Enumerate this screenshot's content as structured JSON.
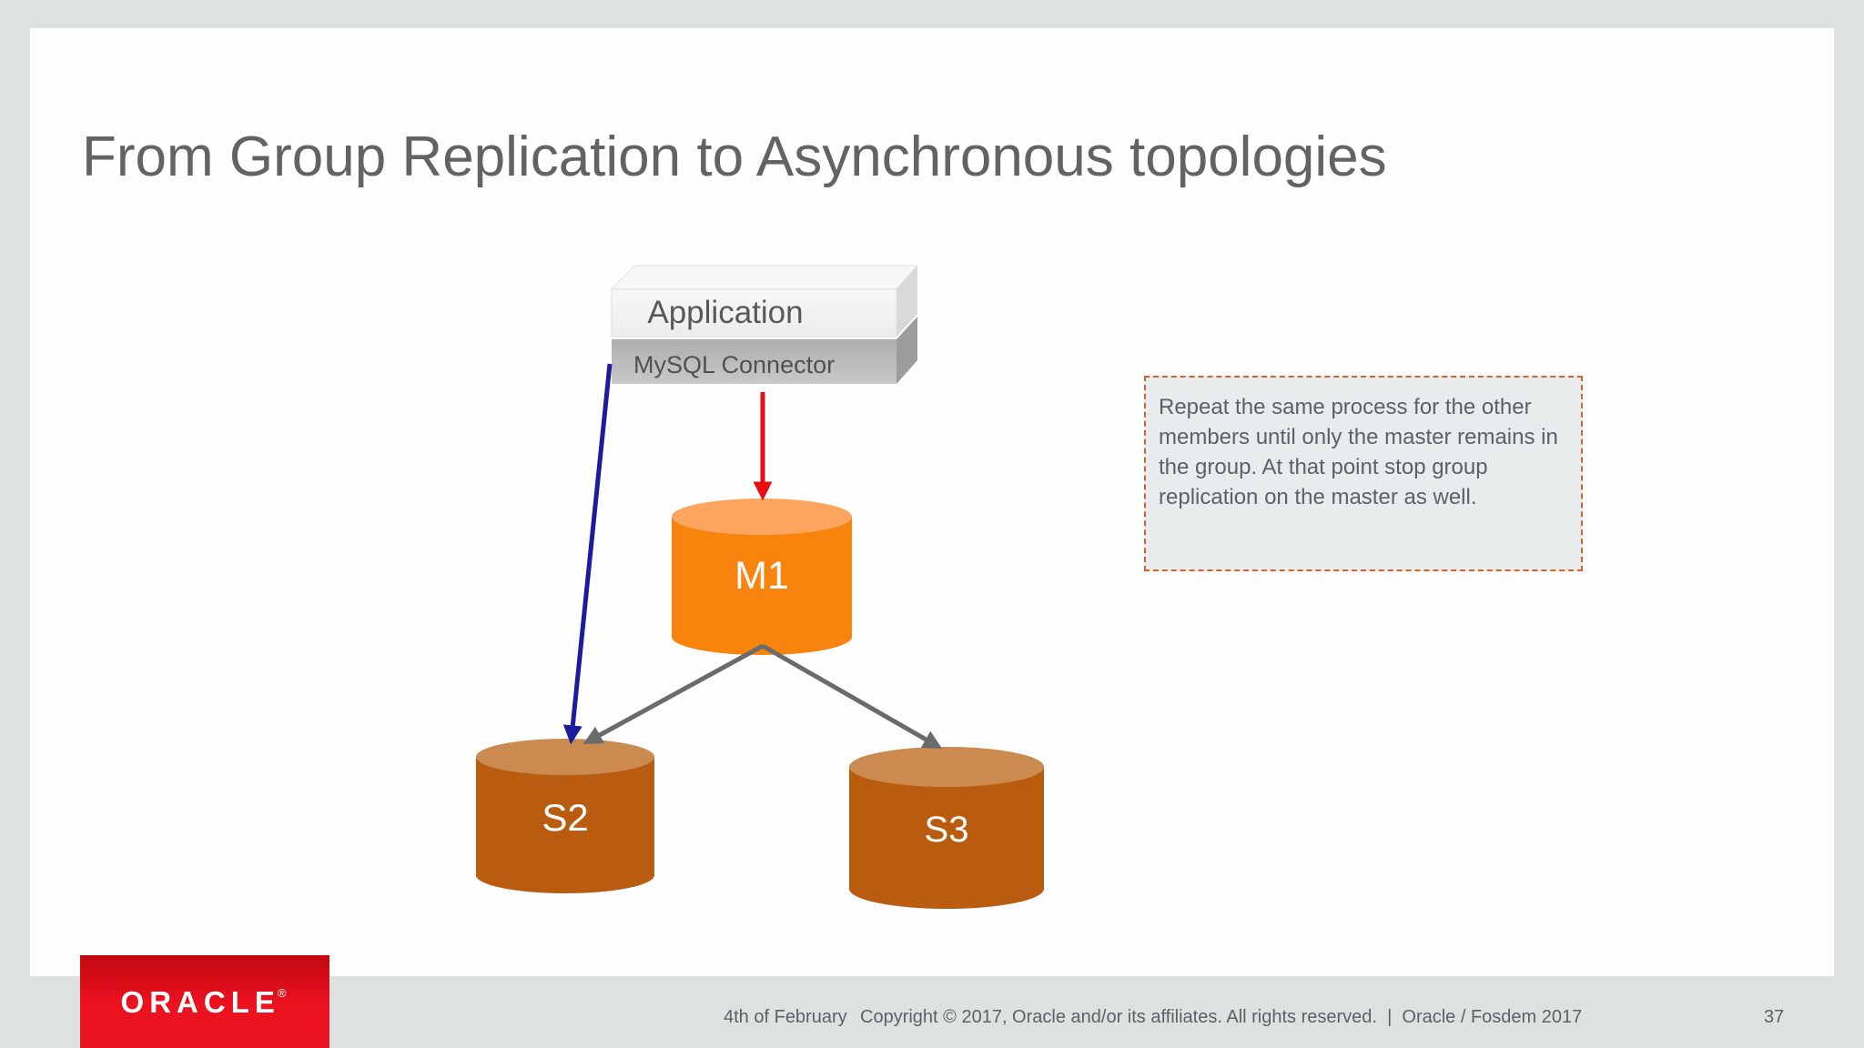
{
  "slide": {
    "title": "From Group Replication to Asynchronous topologies"
  },
  "diagram": {
    "app_box": {
      "label": "Application",
      "connector_label": "MySQL Connector"
    },
    "nodes": [
      {
        "id": "M1",
        "label": "M1",
        "role": "master"
      },
      {
        "id": "S2",
        "label": "S2",
        "role": "slave"
      },
      {
        "id": "S3",
        "label": "S3",
        "role": "slave"
      }
    ],
    "note": {
      "text": "Repeat the same process for the other members until only the master remains in the group. At that point stop group replication on the master as well.",
      "border_color": "#d4622b",
      "background": "#e9eced"
    },
    "colors": {
      "master_body": "#f8830d",
      "master_top": "#fba55e",
      "slave_body": "#ba5c10",
      "slave_top": "#ca8a50",
      "arrow_red": "#e70c12",
      "arrow_blue": "#1b1b9e",
      "arrow_gray": "#6b6b6e"
    }
  },
  "footer": {
    "logo_text": "ORACLE",
    "logo_mark": "®",
    "logo_color": "#e30b16",
    "date": "4th of February",
    "copyright": "Copyright © 2017, Oracle and/or its affiliates. All rights reserved.  |  Oracle / Fosdem 2017",
    "page_number": "37"
  }
}
